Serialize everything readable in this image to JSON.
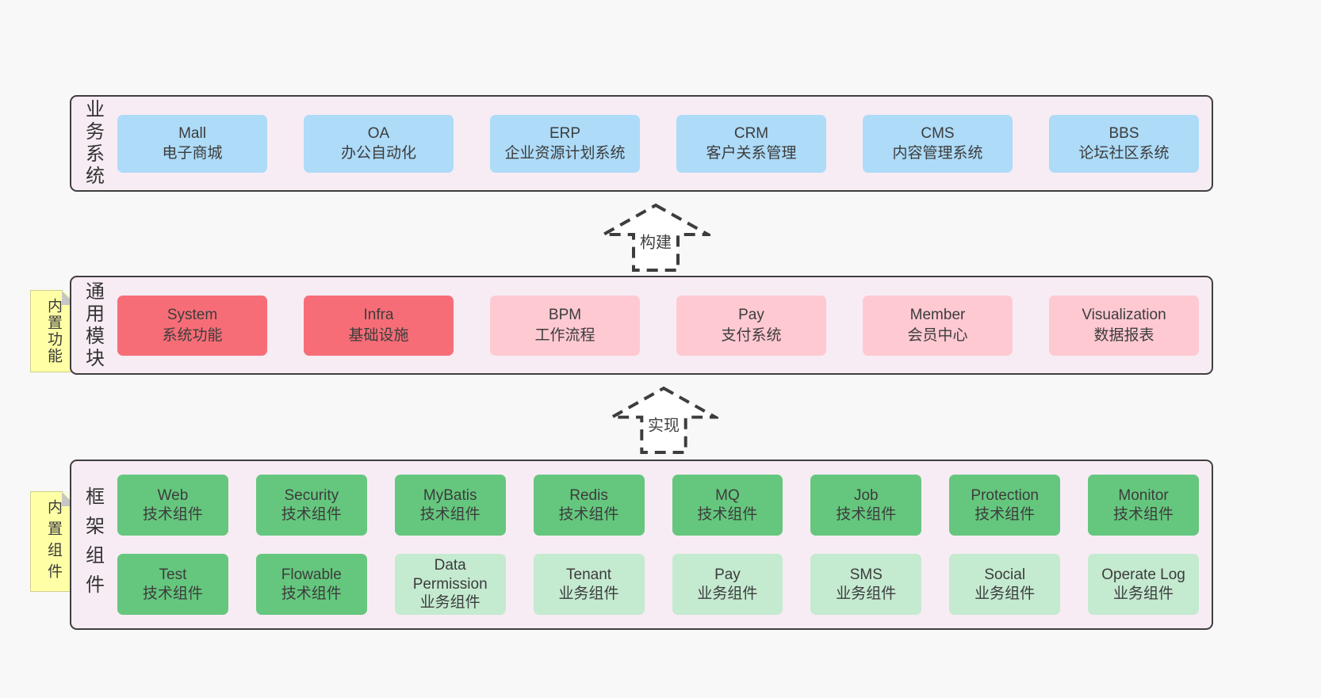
{
  "colors": {
    "page_bg": "#f8f8f8",
    "panel_bg": "#f7ecf4",
    "panel_border": "#3f3f3f",
    "blue_box": "#addbf8",
    "red_box": "#f76d77",
    "pink_box": "#ffc9d2",
    "green_box": "#65c77e",
    "light_green_box": "#c4ead0",
    "sticky_yellow": "#ffffa6",
    "text": "#3c3c3c"
  },
  "arrows": [
    {
      "label": "构建"
    },
    {
      "label": "实现"
    }
  ],
  "sections": {
    "business": {
      "label": "业务系统",
      "boxes": [
        {
          "name": "Mall",
          "desc": "电子商城",
          "variant": "blue"
        },
        {
          "name": "OA",
          "desc": "办公自动化",
          "variant": "blue"
        },
        {
          "name": "ERP",
          "desc": "企业资源计划系统",
          "variant": "blue"
        },
        {
          "name": "CRM",
          "desc": "客户关系管理",
          "variant": "blue"
        },
        {
          "name": "CMS",
          "desc": "内容管理系统",
          "variant": "blue"
        },
        {
          "name": "BBS",
          "desc": "论坛社区系统",
          "variant": "blue"
        }
      ]
    },
    "modules": {
      "label": "通用模块",
      "sticky": "内置功能",
      "boxes": [
        {
          "name": "System",
          "desc": "系统功能",
          "variant": "red"
        },
        {
          "name": "Infra",
          "desc": "基础设施",
          "variant": "red"
        },
        {
          "name": "BPM",
          "desc": "工作流程",
          "variant": "pink"
        },
        {
          "name": "Pay",
          "desc": "支付系统",
          "variant": "pink"
        },
        {
          "name": "Member",
          "desc": "会员中心",
          "variant": "pink"
        },
        {
          "name": "Visualization",
          "desc": "数据报表",
          "variant": "pink"
        }
      ]
    },
    "framework": {
      "label": "框架组件",
      "sticky": "内置组件",
      "rows": [
        [
          {
            "name": "Web",
            "desc": "技术组件",
            "variant": "green"
          },
          {
            "name": "Security",
            "desc": "技术组件",
            "variant": "green"
          },
          {
            "name": "MyBatis",
            "desc": "技术组件",
            "variant": "green"
          },
          {
            "name": "Redis",
            "desc": "技术组件",
            "variant": "green"
          },
          {
            "name": "MQ",
            "desc": "技术组件",
            "variant": "green"
          },
          {
            "name": "Job",
            "desc": "技术组件",
            "variant": "green"
          },
          {
            "name": "Protection",
            "desc": "技术组件",
            "variant": "green"
          },
          {
            "name": "Monitor",
            "desc": "技术组件",
            "variant": "green"
          }
        ],
        [
          {
            "name": "Test",
            "desc": "技术组件",
            "variant": "green"
          },
          {
            "name": "Flowable",
            "desc": "技术组件",
            "variant": "green"
          },
          {
            "name": "Data Permission",
            "desc": "业务组件",
            "variant": "lightgreen"
          },
          {
            "name": "Tenant",
            "desc": "业务组件",
            "variant": "lightgreen"
          },
          {
            "name": "Pay",
            "desc": "业务组件",
            "variant": "lightgreen"
          },
          {
            "name": "SMS",
            "desc": "业务组件",
            "variant": "lightgreen"
          },
          {
            "name": "Social",
            "desc": "业务组件",
            "variant": "lightgreen"
          },
          {
            "name": "Operate Log",
            "desc": "业务组件",
            "variant": "lightgreen"
          }
        ]
      ]
    }
  }
}
